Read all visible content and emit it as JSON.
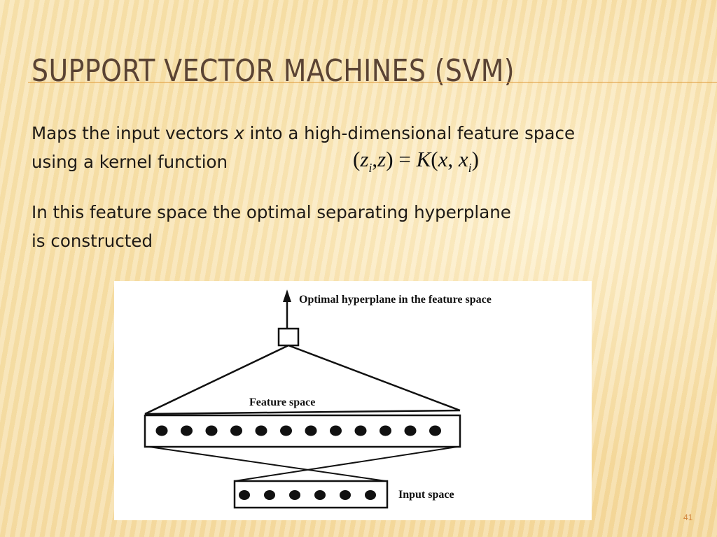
{
  "slide": {
    "title": "Support Vector Machines (SVM)",
    "page_number": "41"
  },
  "body": {
    "para1_line1_before": "Maps the input vectors ",
    "para1_var": "x",
    "para1_line1_after": " into a high-dimensional feature space",
    "para1_line2": "using a kernel function",
    "para2_line1": "In this feature space the optimal separating hyperplane",
    "para2_line2": "is constructed"
  },
  "formula": {
    "open": "(",
    "z1": "z",
    "sub1": "i",
    "comma1": ",",
    "z2": "z",
    "close_eq": ") = ",
    "K": "K",
    "open2": "(",
    "x1": "x",
    "comma2": ", ",
    "x2": "x",
    "sub2": "i",
    "close2": ")"
  },
  "figure": {
    "top_label": "Optimal hyperplane in the feature space",
    "feature_label": "Feature space",
    "input_label": "Input space",
    "feature_node_count": 12,
    "input_node_count": 6
  }
}
